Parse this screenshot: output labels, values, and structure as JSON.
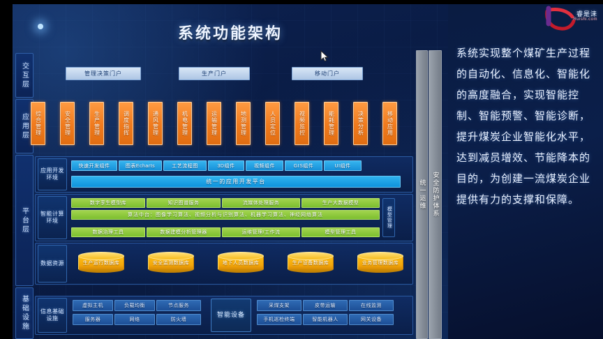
{
  "slide": {
    "title": "系统功能架构",
    "layers": [
      {
        "key": "interaction",
        "label": "交互层"
      },
      {
        "key": "application",
        "label": "应用层"
      },
      {
        "key": "platform",
        "label": "平台层"
      },
      {
        "key": "infrastructure",
        "label": "基础设施"
      }
    ],
    "portals": [
      {
        "label": "管理决策门户"
      },
      {
        "label": "生产门户"
      },
      {
        "label": "移动门户"
      }
    ],
    "applications": [
      {
        "label": "综合管理"
      },
      {
        "label": "安全管理"
      },
      {
        "label": "生产管理"
      },
      {
        "label": "调度指挥"
      },
      {
        "label": "通风管理"
      },
      {
        "label": "机电管理"
      },
      {
        "label": "运输管理"
      },
      {
        "label": "地测管理"
      },
      {
        "label": "人员定位"
      },
      {
        "label": "视频监控"
      },
      {
        "label": "能耗管理"
      },
      {
        "label": "决策分析"
      },
      {
        "label": "移动应用"
      }
    ],
    "platform_sections": [
      {
        "key": "dev-env",
        "label": "应用开发环境"
      },
      {
        "key": "compute-env",
        "label": "智能计算环境"
      },
      {
        "key": "data-res",
        "label": "数据资源"
      }
    ],
    "dev_components": [
      {
        "label": "快速开发组件"
      },
      {
        "label": "图表Echarts"
      },
      {
        "label": "工艺流程图"
      },
      {
        "label": "3D组件"
      },
      {
        "label": "视频组件"
      },
      {
        "label": "GIS组件"
      },
      {
        "label": "UI组件"
      }
    ],
    "dev_platform_bar": "统一的应用开发平台",
    "compute_rows": [
      {
        "items": [
          {
            "label": "数字孪生模型库"
          },
          {
            "label": "知识图谱服务"
          },
          {
            "label": "流媒体处理服务"
          },
          {
            "label": "生产大数据模型"
          }
        ]
      },
      {
        "wide": "算法中台：图像学习算法、视频分析与识别算法、机器学习算法、神经网络算法"
      },
      {
        "items": [
          {
            "label": "数据治理工具"
          },
          {
            "label": "数据建模分析管理器"
          },
          {
            "label": "运维管理/工作流"
          },
          {
            "label": "模型管理工具"
          }
        ]
      }
    ],
    "compute_side_label": "模型管理",
    "data_sources": [
      {
        "label": "生产运行数据库"
      },
      {
        "label": "安全监测数据库"
      },
      {
        "label": "地下人员数据库"
      },
      {
        "label": "生产设备数据库"
      },
      {
        "label": "业务管理数据库"
      }
    ],
    "infrastructure_section_label": "信息基础设施",
    "infra_left": [
      [
        {
          "label": "虚拟主机"
        },
        {
          "label": "负载均衡"
        },
        {
          "label": "节点服务"
        }
      ],
      [
        {
          "label": "服务器"
        },
        {
          "label": "网络"
        },
        {
          "label": "防火墙"
        }
      ]
    ],
    "infra_center": "智能设备",
    "infra_right": [
      [
        {
          "label": "采煤支架"
        },
        {
          "label": "皮带运输"
        },
        {
          "label": "在线监测"
        }
      ],
      [
        {
          "label": "手机巡检终端"
        },
        {
          "label": "智能机器人"
        },
        {
          "label": "网关设备"
        }
      ]
    ],
    "pillars": [
      {
        "key": "unified-ops",
        "label": "统一运维"
      },
      {
        "key": "security-system",
        "label": "安全防护体系"
      }
    ]
  },
  "description": {
    "text": "系统实现整个煤矿生产过程的自动化、信息化、智能化的高度融合，实现智能控制、智能预警、智能诊断，提升煤炭企业智能化水平，达到减员增效、节能降本的目的，为创建一流煤炭企业提供有力的支撑和保障。"
  },
  "logo": {
    "name": "睿是涞",
    "sub": "Ruishi.com"
  },
  "colors": {
    "slide_bg": "#0d2252",
    "orange": "#f07a1c",
    "blue_chip": "#1790d8",
    "green_chip": "#7cbf2e",
    "yellow_cyl": "#f3a60a",
    "pillar": "#878f9a"
  }
}
